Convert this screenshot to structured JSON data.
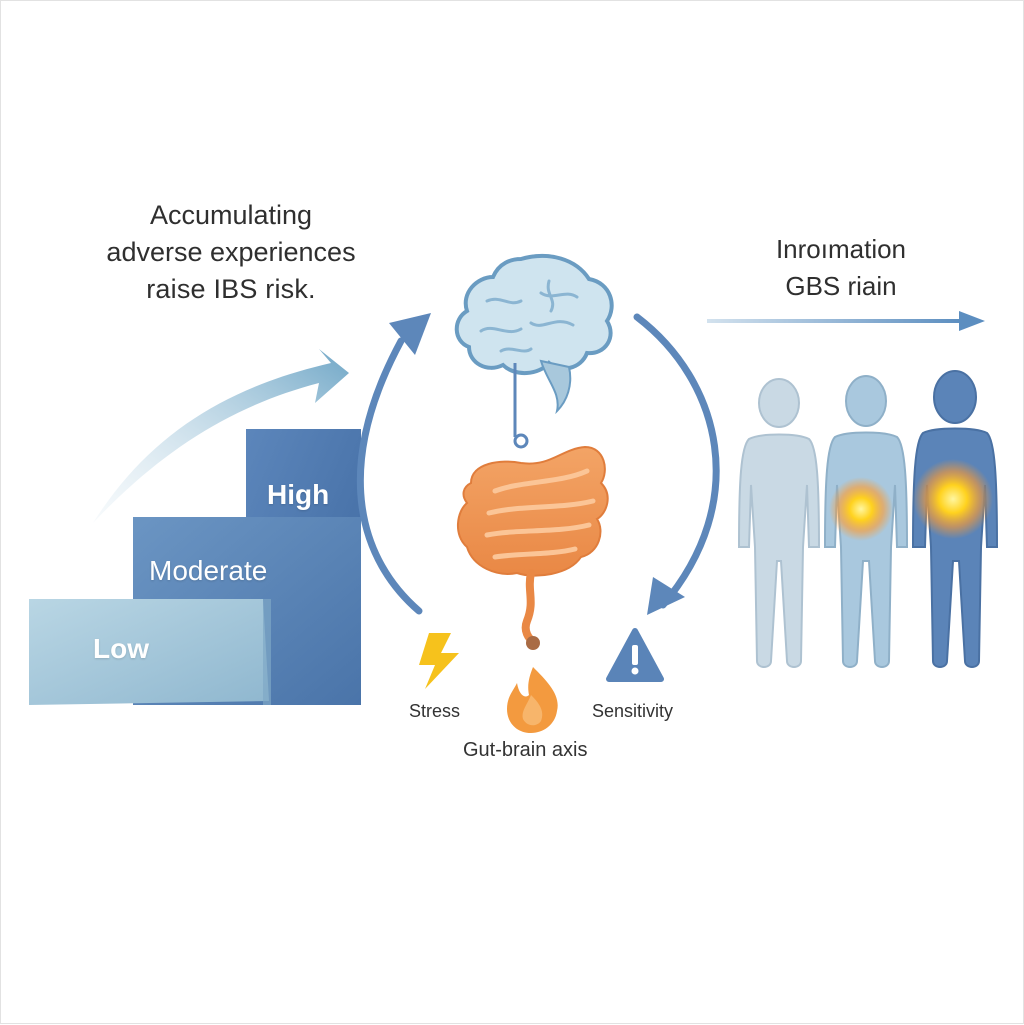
{
  "headline": {
    "line1": "Accumulating",
    "line2": "adverse experiences",
    "line3": "raise IBS risk."
  },
  "right_title": {
    "line1": "Inroımation",
    "line2": "GBS riain"
  },
  "risk_levels": [
    "Low",
    "Moderate",
    "High"
  ],
  "axis": {
    "stress_label": "Stress",
    "sensitivity_label": "Sensitivity",
    "caption": "Gut-brain axis"
  },
  "colors": {
    "step_low": "#a9cbdc",
    "step_moderate": "#5a86b8",
    "step_high": "#4f77ad",
    "arrow": "#5d87ba",
    "gut": "#ef9a5a",
    "brain": "#c7dfec",
    "figure_light": "#c9d9e4",
    "figure_mid": "#a9c8de",
    "figure_dark": "#5b84b8",
    "pain_glow": "#ffd21e"
  },
  "icons": [
    "lightning-icon",
    "flame-icon",
    "warning-icon",
    "brain-icon",
    "gut-icon"
  ]
}
